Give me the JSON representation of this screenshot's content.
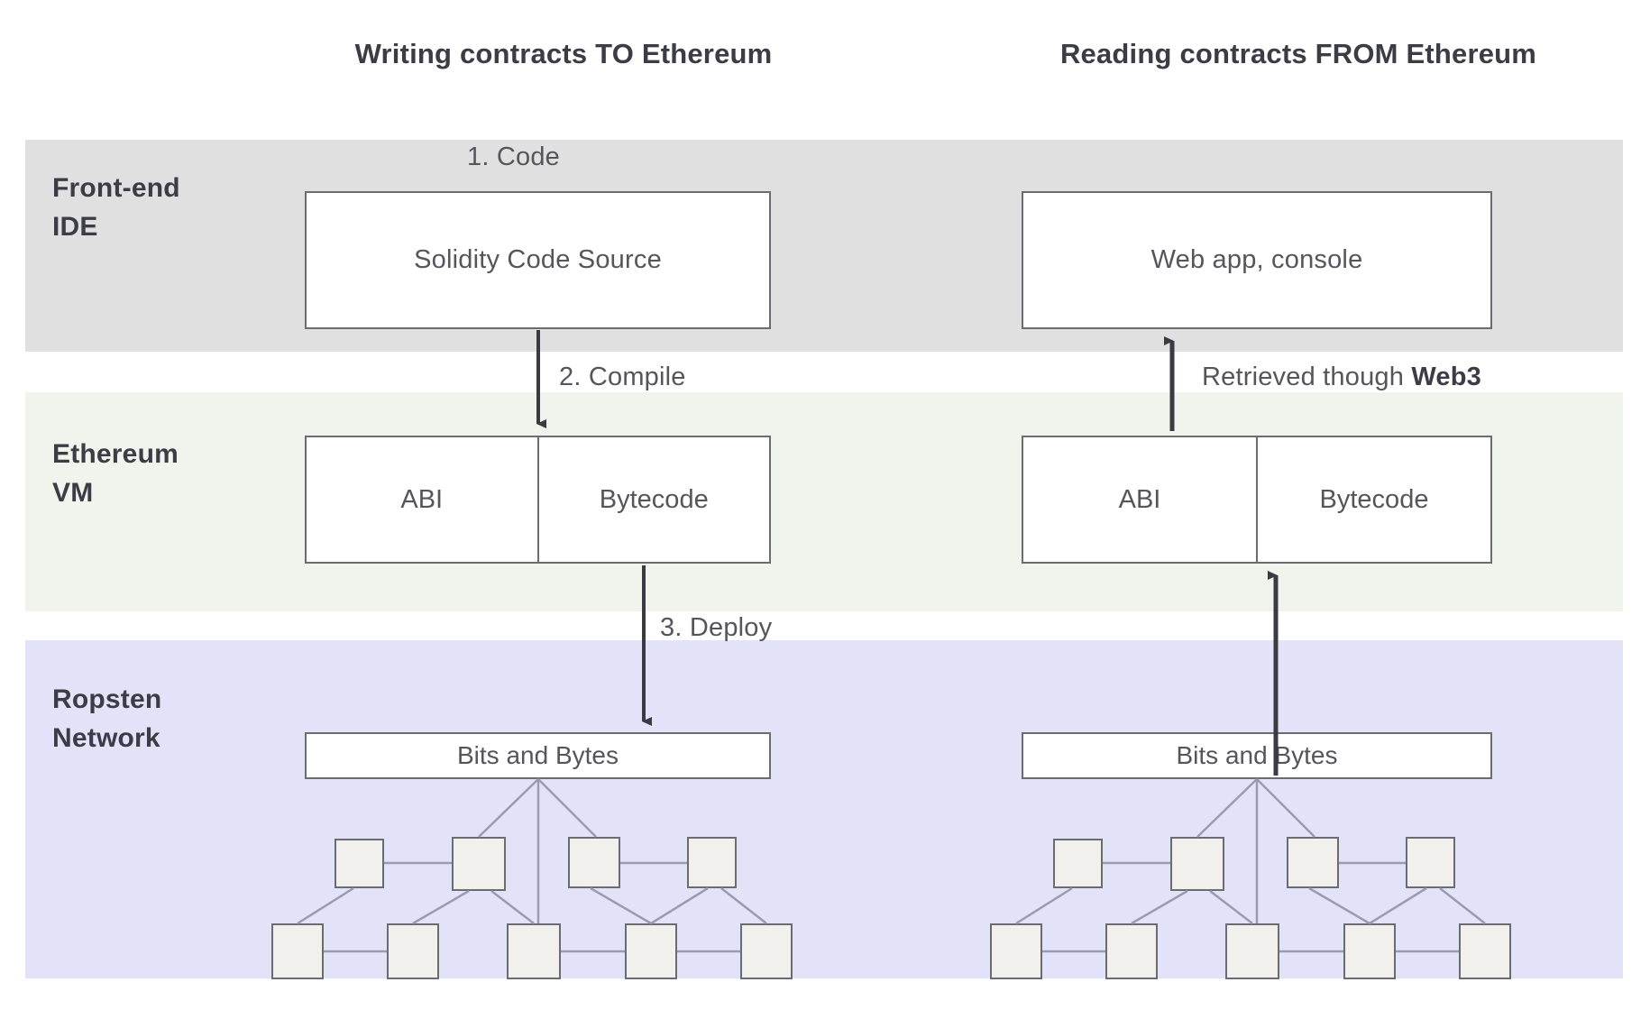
{
  "columns": [
    {
      "id": "write",
      "title": "Writing contracts TO Ethereum"
    },
    {
      "id": "read",
      "title": "Reading contracts FROM Ethereum"
    }
  ],
  "bands": [
    {
      "id": "frontend",
      "label": "Front-end\nIDE",
      "label_line1": "Front-end",
      "label_line2": "IDE",
      "color": "#e0e0e0"
    },
    {
      "id": "evm",
      "label": "Ethereum\nVM",
      "label_line1": "Ethereum",
      "label_line2": "VM",
      "color": "#f1f4ec"
    },
    {
      "id": "ropsten",
      "label": "Ropsten\nNetwork",
      "label_line1": "Ropsten",
      "label_line2": "Network",
      "color": "#e2e2f8"
    }
  ],
  "write_column": {
    "ide_box": "Solidity Code Source",
    "evm_box": {
      "left": "ABI",
      "right": "Bytecode"
    },
    "network_box": "Bits and Bytes",
    "arrows": [
      {
        "id": "code",
        "label": "1. Code",
        "direction": "down"
      },
      {
        "id": "compile",
        "label": "2. Compile",
        "direction": "down"
      },
      {
        "id": "deploy",
        "label": "3. Deploy",
        "direction": "down"
      }
    ]
  },
  "read_column": {
    "ide_box": "Web app, console",
    "evm_box": {
      "left": "ABI",
      "right": "Bytecode"
    },
    "network_box": "Bits and Bytes",
    "arrows": [
      {
        "id": "retrieve",
        "label_plain": "Retrieved though ",
        "label_bold": "Web3",
        "direction": "up"
      },
      {
        "id": "from-network",
        "label": "",
        "direction": "up"
      }
    ]
  },
  "network_graph": {
    "upper_node_count": 4,
    "lower_node_count": 5,
    "node_fill": "#f1f0ec",
    "node_stroke": "#6b6b72",
    "edge_color": "#9a9ab0"
  },
  "colors": {
    "band_frontend": "#e0e0e0",
    "band_evm": "#f1f4ec",
    "band_ropsten": "#e2e2f8",
    "text_dark": "#3c3c46",
    "text_body": "#55555c",
    "box_border": "#6b6b72",
    "arrow": "#3a3a42"
  }
}
